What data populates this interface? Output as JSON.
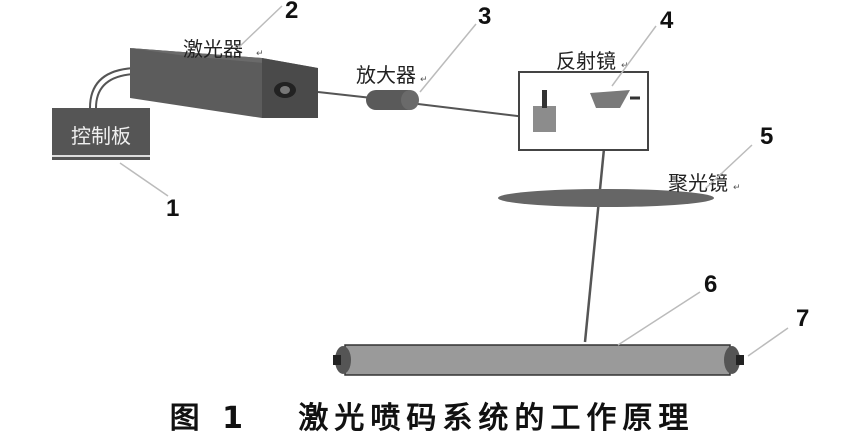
{
  "labels": {
    "laser": "激光器",
    "amplifier": "放大器",
    "reflector": "反射镜",
    "condenser": "聚光镜",
    "control_board": "控制板"
  },
  "numbers": {
    "n1": "1",
    "n2": "2",
    "n3": "3",
    "n4": "4",
    "n5": "5",
    "n6": "6",
    "n7": "7"
  },
  "caption": "图 1   激光喷码系统的工作原理",
  "colors": {
    "box_dark": "#4a4a4a",
    "box_shade": "#5a5a5a",
    "roller": "#9a9a9a",
    "line": "#555555"
  }
}
